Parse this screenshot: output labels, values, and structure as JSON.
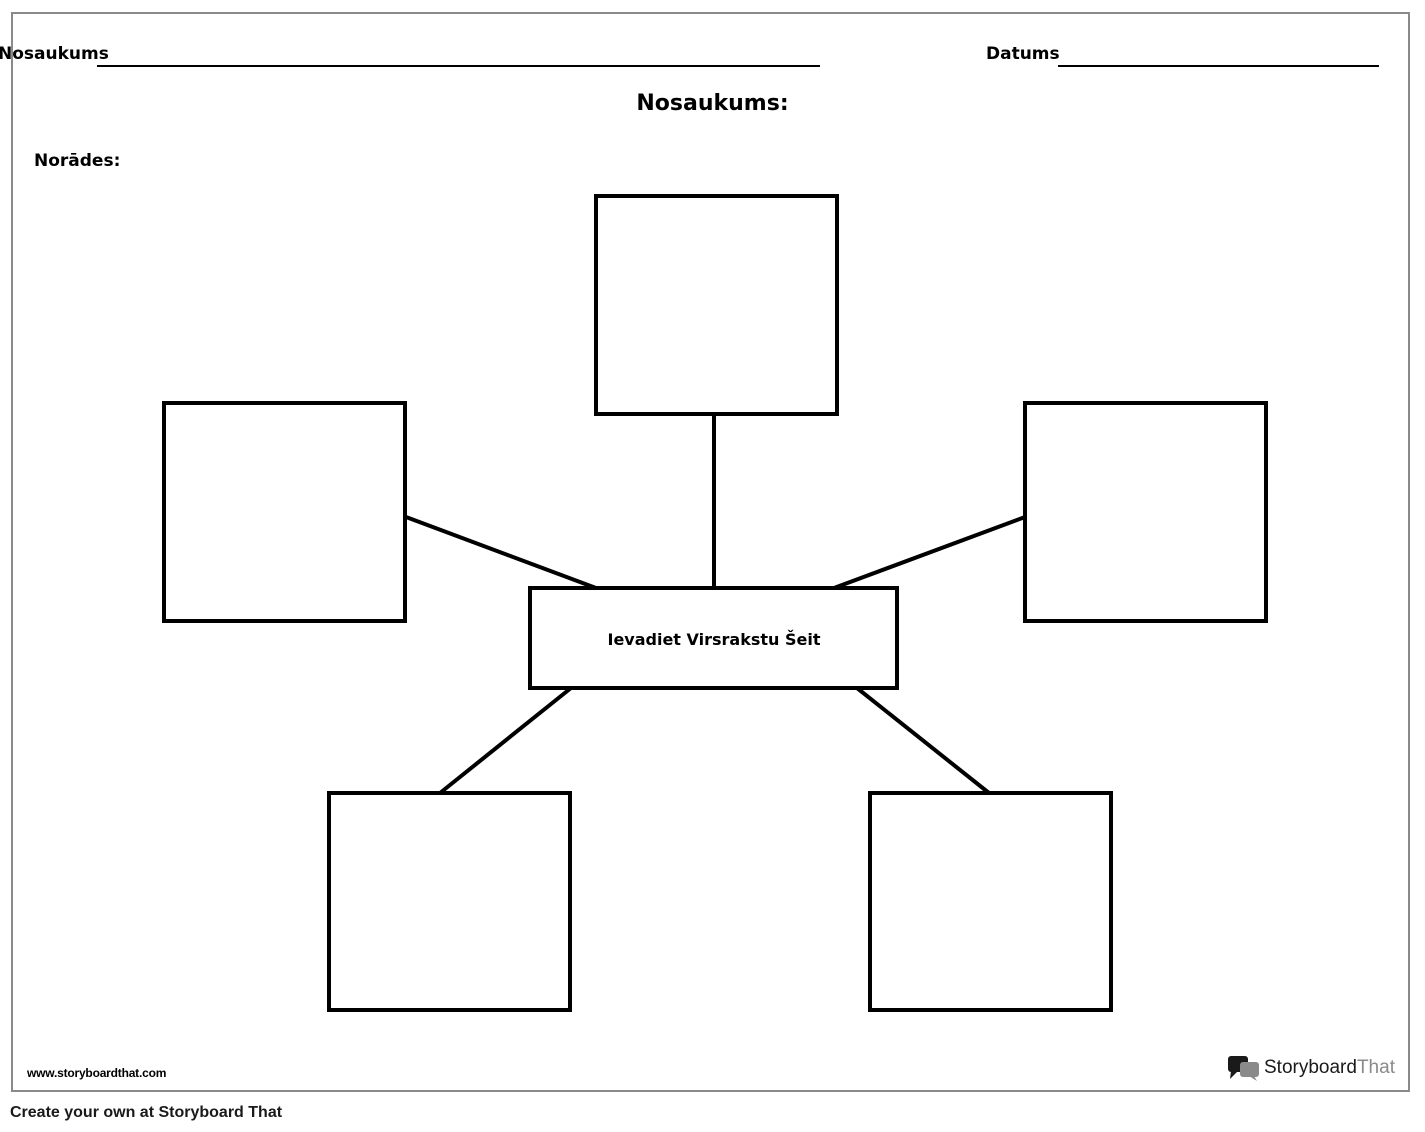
{
  "header": {
    "name_label": "Nosaukums",
    "date_label": "Datums"
  },
  "title": "Nosaukums:",
  "instructions_label": "Norādes:",
  "diagram": {
    "center_label": "Ievadiet Virsrakstu Šeit",
    "outer_boxes": [
      "",
      "",
      "",
      "",
      ""
    ]
  },
  "footer": {
    "url": "www.storyboardthat.com",
    "brand_main": "Storyboard",
    "brand_light": "That",
    "brand_logo_icon": "speech-bubbles-icon",
    "note": "Create your own at Storyboard That"
  }
}
